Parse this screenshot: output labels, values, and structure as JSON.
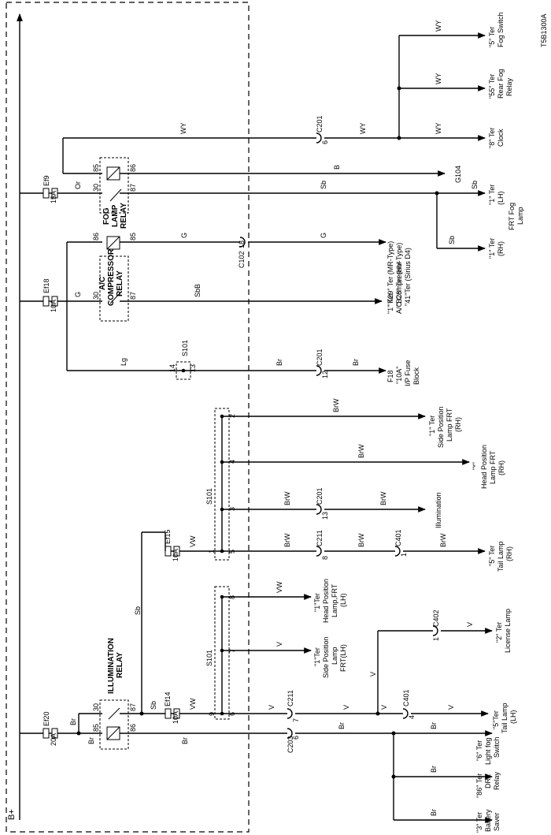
{
  "diagram_id": "T5B1300A",
  "supply": "B+",
  "fuses": {
    "ef20": {
      "name": "Ef20",
      "rating": "20A"
    },
    "ef14": {
      "name": "Ef14",
      "rating": "10A"
    },
    "ef15": {
      "name": "Ef15",
      "rating": "10A"
    },
    "ef18": {
      "name": "Ef18",
      "rating": "10A"
    },
    "ef9": {
      "name": "Ef9",
      "rating": "15A"
    }
  },
  "relays": {
    "illumination": {
      "line1": "ILLUMINATION",
      "line2": "RELAY",
      "pins": [
        "30",
        "85",
        "87",
        "86"
      ]
    },
    "ac_compressor": {
      "line1": "A/C",
      "line2": "COMPRESSOR",
      "line3": "RELAY",
      "pins": [
        "30",
        "86",
        "87",
        "85"
      ]
    },
    "fog_lamp": {
      "line1": "FOG",
      "line2": "LAMP",
      "line3": "RELAY",
      "pins": [
        "30",
        "85",
        "87",
        "86"
      ]
    }
  },
  "splice_s101": {
    "name": "S101",
    "pins_upper": [
      "2",
      "4",
      "3",
      "1",
      "5"
    ],
    "pins_lower": [
      "8",
      "7",
      "9",
      "6"
    ],
    "pins_small": [
      "14",
      "13"
    ]
  },
  "connectors": {
    "c201": "C201",
    "c211": "C211",
    "c401": "C401",
    "c402": "C402",
    "c203": "C203",
    "c102": "C102",
    "pin_6": "6",
    "pin_12": "12",
    "pin_13": "13",
    "pin_8": "8",
    "pin_1": "1",
    "pin_7": "7",
    "pin_4": "4",
    "pin_18": "18"
  },
  "ground": "G104",
  "wires": {
    "wy": "WY",
    "b": "B",
    "or": "Or",
    "sb": "Sb",
    "sbb": "SbB",
    "g": "G",
    "lg": "Lg",
    "br": "Br",
    "brw": "BrW",
    "vw": "VW",
    "v": "V"
  },
  "destinations": {
    "fog_switch": [
      "\"5\" Ter",
      "Fog Switch"
    ],
    "rear_fog_relay": [
      "\"55\" Ter",
      "Rear Fog",
      "Relay"
    ],
    "clock": [
      "\"8\" Ter",
      "Clock"
    ],
    "frt_fog_lh": [
      "\"1\" Ter",
      "(LH)"
    ],
    "frt_fog_lamp": [
      "FRT Fog",
      "Lamp"
    ],
    "frt_fog_rh": [
      "\"1\" Ter",
      "(RH)"
    ],
    "ac_compressor": [
      "\"1\" Ter",
      "A/C Compressor"
    ],
    "k29": [
      "\"K29\" Ter (MR-Type)",
      "\"B28\" Ter (HV-Type)",
      "\"41\"Ter (Sirius D4)"
    ],
    "fuse_block": [
      "F18",
      "\"10A\"",
      "I/P Fuse",
      "Block"
    ],
    "side_pos_rh": [
      "\"1\" Ter",
      "Side Position",
      "Lamp FRT",
      "(RH)"
    ],
    "head_pos_rh": [
      "\"*\"",
      "Head Position",
      "Lamp FRT",
      "(RH)"
    ],
    "illumination": [
      "Illumination"
    ],
    "tail_rh": [
      "\"5\" Ter",
      "Tail Lamp",
      "(RH)"
    ],
    "head_pos_lh": [
      "\"1\"Ter",
      "Head Position",
      "Lamp,FRT",
      "(LH)"
    ],
    "side_pos_lh": [
      "\"1\"Ter",
      "Side Position",
      "Lamp",
      "FRT(LH)"
    ],
    "license": [
      "\"2\" Ter",
      "License Lamp"
    ],
    "tail_lh": [
      "\"5\"Ter",
      "Tail Lamp",
      "(LH)"
    ],
    "light_fog_switch": [
      "\"6\" Ter",
      "Light fog",
      "Switch"
    ],
    "drl_relay": [
      "\"86\" Ter",
      "DRL",
      "Relay"
    ],
    "battery_saver": [
      "\"3\" Ter",
      "Battery",
      "Saver"
    ]
  }
}
